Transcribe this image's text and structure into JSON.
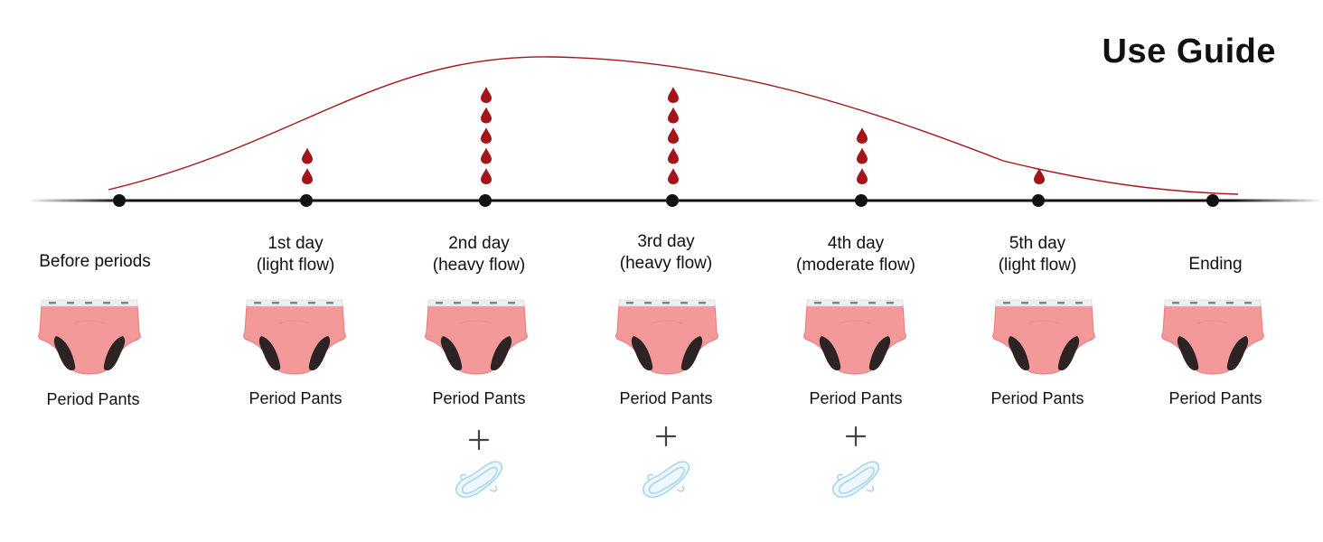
{
  "title": "Use Guide",
  "colors": {
    "curve": "#a3151b",
    "drop": "#a3151b",
    "timeline": "#111111",
    "pants_body": "#f4999a",
    "pants_gusset": "#2b2324",
    "pad": "#a9d6ee"
  },
  "stages": [
    {
      "label": "Before periods",
      "drops": 0,
      "product": "Period Pants",
      "pad": false
    },
    {
      "label": "1st day\n(light flow)",
      "drops": 2,
      "product": "Period Pants",
      "pad": false
    },
    {
      "label": "2nd day\n(heavy flow)",
      "drops": 5,
      "product": "Period Pants",
      "pad": true
    },
    {
      "label": "3rd day\n(heavy flow)",
      "drops": 5,
      "product": "Period Pants",
      "pad": true
    },
    {
      "label": "4th day\n(moderate flow)",
      "drops": 3,
      "product": "Period Pants",
      "pad": true
    },
    {
      "label": "5th day\n(light flow)",
      "drops": 1,
      "product": "Period Pants",
      "pad": false
    },
    {
      "label": "Ending",
      "drops": 0,
      "product": "Period Pants",
      "pad": false
    }
  ],
  "icons": {
    "drop": "blood-drop-icon",
    "plus": "plus-icon",
    "pad": "sanitary-pad-icon",
    "pants": "period-pants-icon"
  }
}
